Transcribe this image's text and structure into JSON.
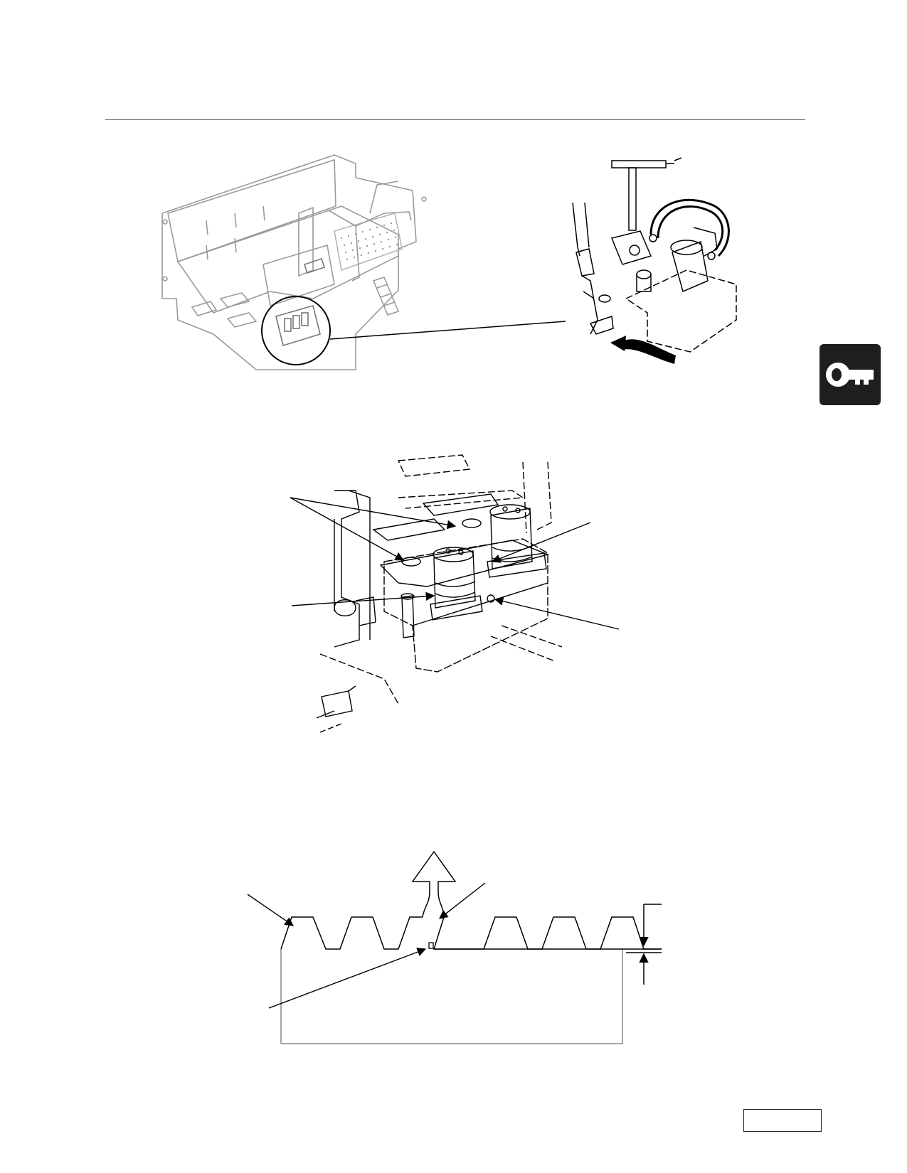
{
  "page": {
    "page_number": ""
  },
  "icons": {
    "section_tab": "key-icon",
    "section_tab_color": "#1e1e1e"
  },
  "figures": [
    {
      "id": "forklift-frame-overview",
      "description_visible": false
    },
    {
      "id": "pump-detail-wrench"
    },
    {
      "id": "hydraulic-pump-assembly"
    },
    {
      "id": "gear-rack-profile"
    }
  ]
}
